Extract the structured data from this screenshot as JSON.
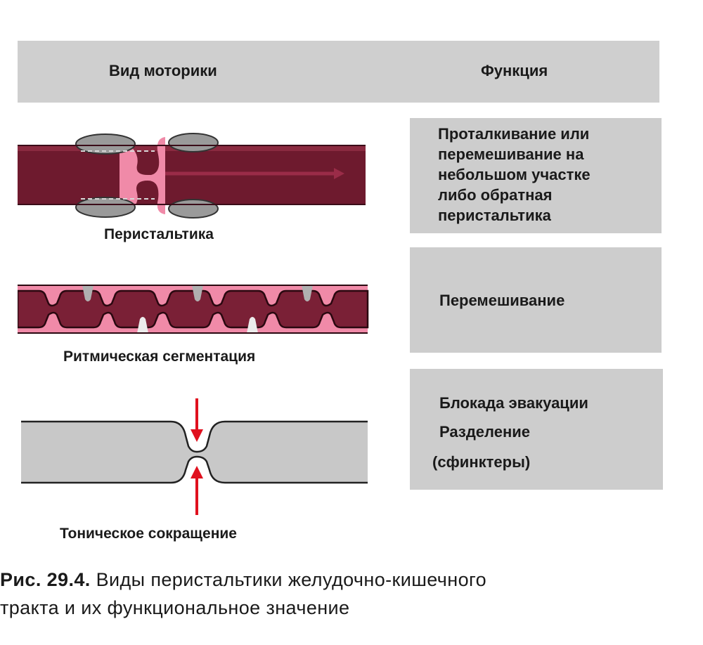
{
  "header": {
    "motility_type": "Вид моторики",
    "function": "Функция"
  },
  "rows": [
    {
      "label": "Перистальтика",
      "function_lines": [
        "Проталкивание или",
        "перемешивание на",
        "небольшом участке",
        "либо обратная",
        "перистальтика"
      ]
    },
    {
      "label": "Ритмическая сегментация",
      "function_lines": [
        "Перемешивание"
      ]
    },
    {
      "label": "Тоническое сокращение",
      "function_lines": [
        "Блокада эвакуации",
        "Разделение",
        "(сфинктеры)"
      ]
    }
  ],
  "caption": {
    "number": "Рис. 29.4.",
    "line1_rest": "Виды перистальтики желудочно-кишечного",
    "line2": "тракта и их функциональное значение"
  },
  "colors": {
    "band": "#cfcfcf",
    "box": "#cdcdcd",
    "intestine_dark": "#6e1a2e",
    "intestine_light": "#f08aa8",
    "tonic_gray": "#c8c8c8",
    "arrow_red": "#e0101e"
  }
}
